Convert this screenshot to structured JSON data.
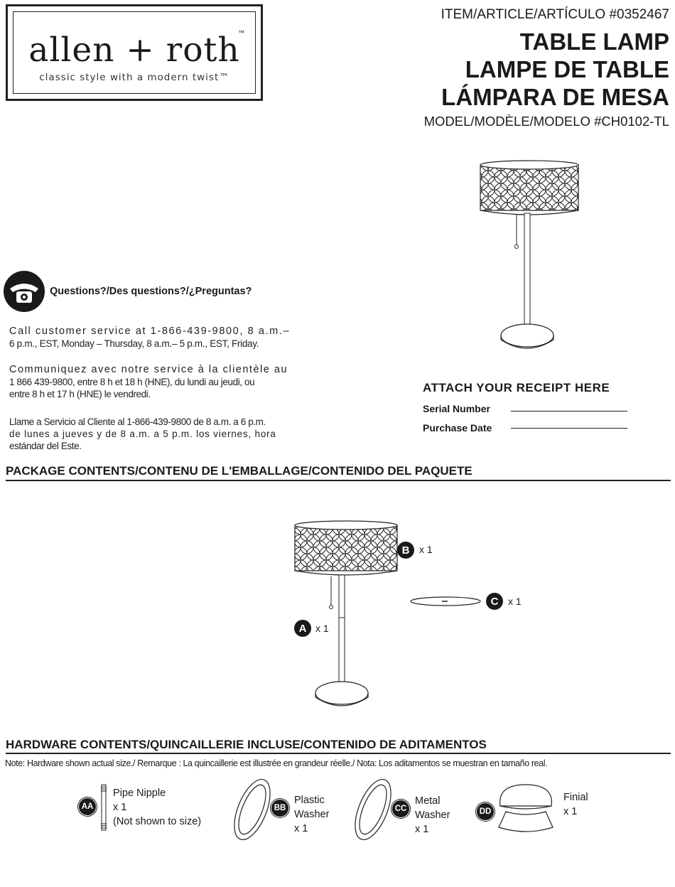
{
  "logo": {
    "name": "allen + roth",
    "tm": "™",
    "tagline": "classic style with a modern twist™"
  },
  "header": {
    "item_number": "ITEM/ARTICLE/ARTÍCULO #0352467",
    "title_en": "TABLE LAMP",
    "title_fr": "LAMPE DE TABLE",
    "title_es": "LÁMPARA DE MESA",
    "model_number": "MODEL/MODÈLE/MODELO #CH0102-TL"
  },
  "questions": {
    "heading": "Questions?/Des questions?/¿Preguntas?",
    "paragraphs": [
      [
        "Call customer service at 1-866-439-9800, 8 a.m.–",
        "6 p.m., EST, Monday – Thursday, 8 a.m.– 5 p.m., EST, Friday."
      ],
      [
        "Communiquez avec notre service à la clientèle au",
        "1 866 439-9800, entre 8 h et 18 h (HNE), du lundi au jeudi, ou",
        "entre 8 h et 17 h (HNE) le vendredi."
      ],
      [
        "Llame a Servicio al Cliente al 1-866-439-9800 de 8 a.m. a 6 p.m.",
        "de lunes a jueves y de 8 a.m. a 5 p.m. los viernes, hora",
        "estándar del Este."
      ]
    ]
  },
  "receipt": {
    "heading": "ATTACH YOUR RECEIPT HERE",
    "serial_label": "Serial Number",
    "purchase_label": "Purchase Date"
  },
  "package": {
    "heading": "PACKAGE CONTENTS/CONTENU DE L'EMBALLAGE/CONTENIDO DEL PAQUETE",
    "parts": [
      {
        "id": "A",
        "qty": "x 1"
      },
      {
        "id": "B",
        "qty": "x 1"
      },
      {
        "id": "C",
        "qty": "x 1"
      }
    ]
  },
  "hardware": {
    "heading": "HARDWARE CONTENTS/QUINCAILLERIE INCLUSE/CONTENIDO DE ADITAMENTOS",
    "note": "Note: Hardware shown actual size./ Remarque : La quincaillerie est illustrée en grandeur réelle./ Nota: Los aditamentos se muestran en tamaño real.",
    "items": [
      {
        "id": "AA",
        "lines": [
          "Pipe Nipple",
          "x 1",
          "(Not shown to size)"
        ]
      },
      {
        "id": "BB",
        "lines": [
          "Plastic",
          "Washer",
          "x 1"
        ]
      },
      {
        "id": "CC",
        "lines": [
          "Metal",
          "Washer",
          "x 1"
        ]
      },
      {
        "id": "DD",
        "lines": [
          "Finial",
          "x 1"
        ]
      }
    ]
  }
}
